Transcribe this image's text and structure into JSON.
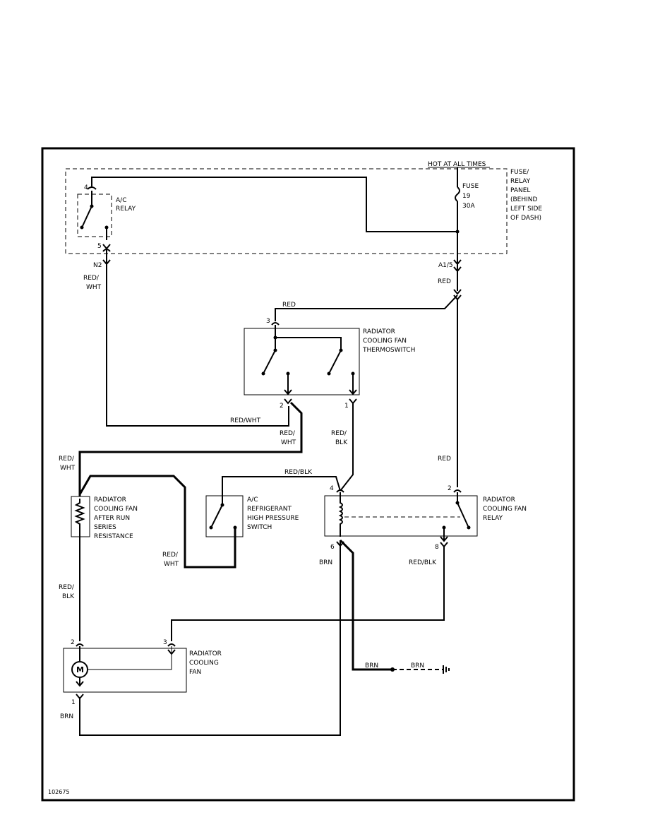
{
  "labels": {
    "hot_at_all_times": "HOT AT ALL TIMES",
    "fuse_panel": [
      "FUSE/",
      "RELAY",
      "PANEL",
      "(BEHIND",
      "LEFT SIDE",
      "OF DASH)"
    ],
    "fuse": [
      "FUSE",
      "19",
      "30A"
    ],
    "ac_relay": [
      "A/C",
      "RELAY"
    ],
    "thermoswitch": [
      "RADIATOR",
      "COOLING FAN",
      "THERMOSWITCH"
    ],
    "afterrun_resistance": [
      "RADIATOR",
      "COOLING FAN",
      "AFTER RUN",
      "SERIES",
      "RESISTANCE"
    ],
    "ac_pressure_switch": [
      "A/C",
      "REFRIGERANT",
      "HIGH PRESSURE",
      "SWITCH"
    ],
    "fan_relay": [
      "RADIATOR",
      "COOLING FAN",
      "RELAY"
    ],
    "cooling_fan": [
      "RADIATOR",
      "COOLING",
      "FAN"
    ],
    "motor_symbol": "M",
    "figure_id": "102675"
  },
  "pins": {
    "ac_relay_top": "4",
    "ac_relay_bottom": "5",
    "connector_n2": "N2",
    "connector_a15": "A1/5",
    "thermo_3": "3",
    "thermo_2": "2",
    "thermo_1": "1",
    "relay_4": "4",
    "relay_2": "2",
    "relay_6": "6",
    "relay_8": "8",
    "fan_2": "2",
    "fan_3": "3",
    "fan_1": "1"
  },
  "wires": {
    "red_wht_1": [
      "RED/",
      "WHT"
    ],
    "red_1": "RED",
    "red_2": "RED",
    "red_wht_2": "RED/WHT",
    "red_wht_3": [
      "RED/",
      "WHT"
    ],
    "red_blk_1": [
      "RED/",
      "BLK"
    ],
    "red_wht_4": [
      "RED/",
      "WHT"
    ],
    "red_3": "RED",
    "red_blk_2": "RED/BLK",
    "red_wht_5": [
      "RED/",
      "WHT"
    ],
    "brn_1": "BRN",
    "red_blk_3": "RED/BLK",
    "red_blk_4": [
      "RED/",
      "BLK"
    ],
    "brn_2": "BRN",
    "brn_3": "BRN",
    "brn_4": "BRN"
  }
}
